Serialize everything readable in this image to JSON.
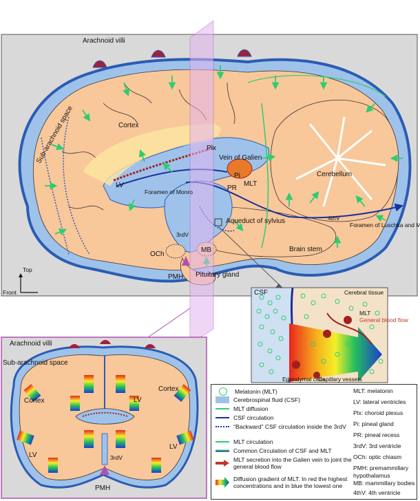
{
  "sagittal": {
    "arachnoid_villi": "Arachnoid villi",
    "subarachnoid_space": "Sub-arachnoid space",
    "cortex": "Cortex",
    "plx": "Plx",
    "vein_of_galien": "Vein of Galien",
    "lv": "LV",
    "pi": "Pi",
    "pr": "PR",
    "mlt": "MLT",
    "foramen_monro": "Foramen of Monro",
    "third_v": "3rdV",
    "aqueduct": "Aqueduct of sylvius",
    "cerebellum": "Cerebellum",
    "fourth_v": "4thV",
    "foramen_luschka": "Foramen of Luschka and Magendie",
    "brain_stem": "Brain stem",
    "och": "OCh",
    "mb": "MB",
    "pmh": "PMH",
    "pituitary": "Pituitary gland",
    "top": "Top",
    "front": "Front"
  },
  "inset": {
    "csf": "CSF",
    "cerebral_tissue": "Cerebral tissue",
    "mlt": "MLT",
    "general_blood_flow": "General blood flow",
    "ependymal_cells": "Ependymal cells",
    "capillary_vessels": "Capillary vessels"
  },
  "coronal": {
    "arachnoid_villi": "Arachnoid villi",
    "subarachnoid_space": "Sub-arachnoid space",
    "cortex_left": "Cortex",
    "cortex_right": "Cortex",
    "lv_center": "LV",
    "lv_left": "LV",
    "lv_right": "LV",
    "third_v": "3rdV",
    "pmh": "PMH"
  },
  "legend": {
    "items": [
      "Melatonin (MLT)",
      "Cerebrospinal fluid (CSF)",
      "MLT diffusion",
      "CSF circulation",
      "“Backward” CSF circulation inside the 3rdV",
      "MLT circulation",
      "Common Circulation of CSF and MLT",
      "MLT secretion into the Galien vein to joint the general blood flow",
      "Diffusion gradient of MLT. In red the highest concentrations and in blue the lowest one"
    ],
    "abbreviations": [
      "MLT: melatonin",
      "LV: lateral ventricles",
      "Plx: choroid plexus",
      "Pi: pineal gland",
      "PR: pineal recess",
      "3rdV: 3rd ventricle",
      "OCh: optic chiasm",
      "PMH: premammillary hypothalamus",
      "MB: mammillary bodies",
      "4thV: 4th ventricle"
    ]
  },
  "colors": {
    "brain": "#f8c79a",
    "csf": "#9fc2ea",
    "meninges": "#3a6fc0",
    "frame": "#d9d9d9",
    "plane": "#e3b6f0",
    "mlt": "#2ecc71"
  }
}
